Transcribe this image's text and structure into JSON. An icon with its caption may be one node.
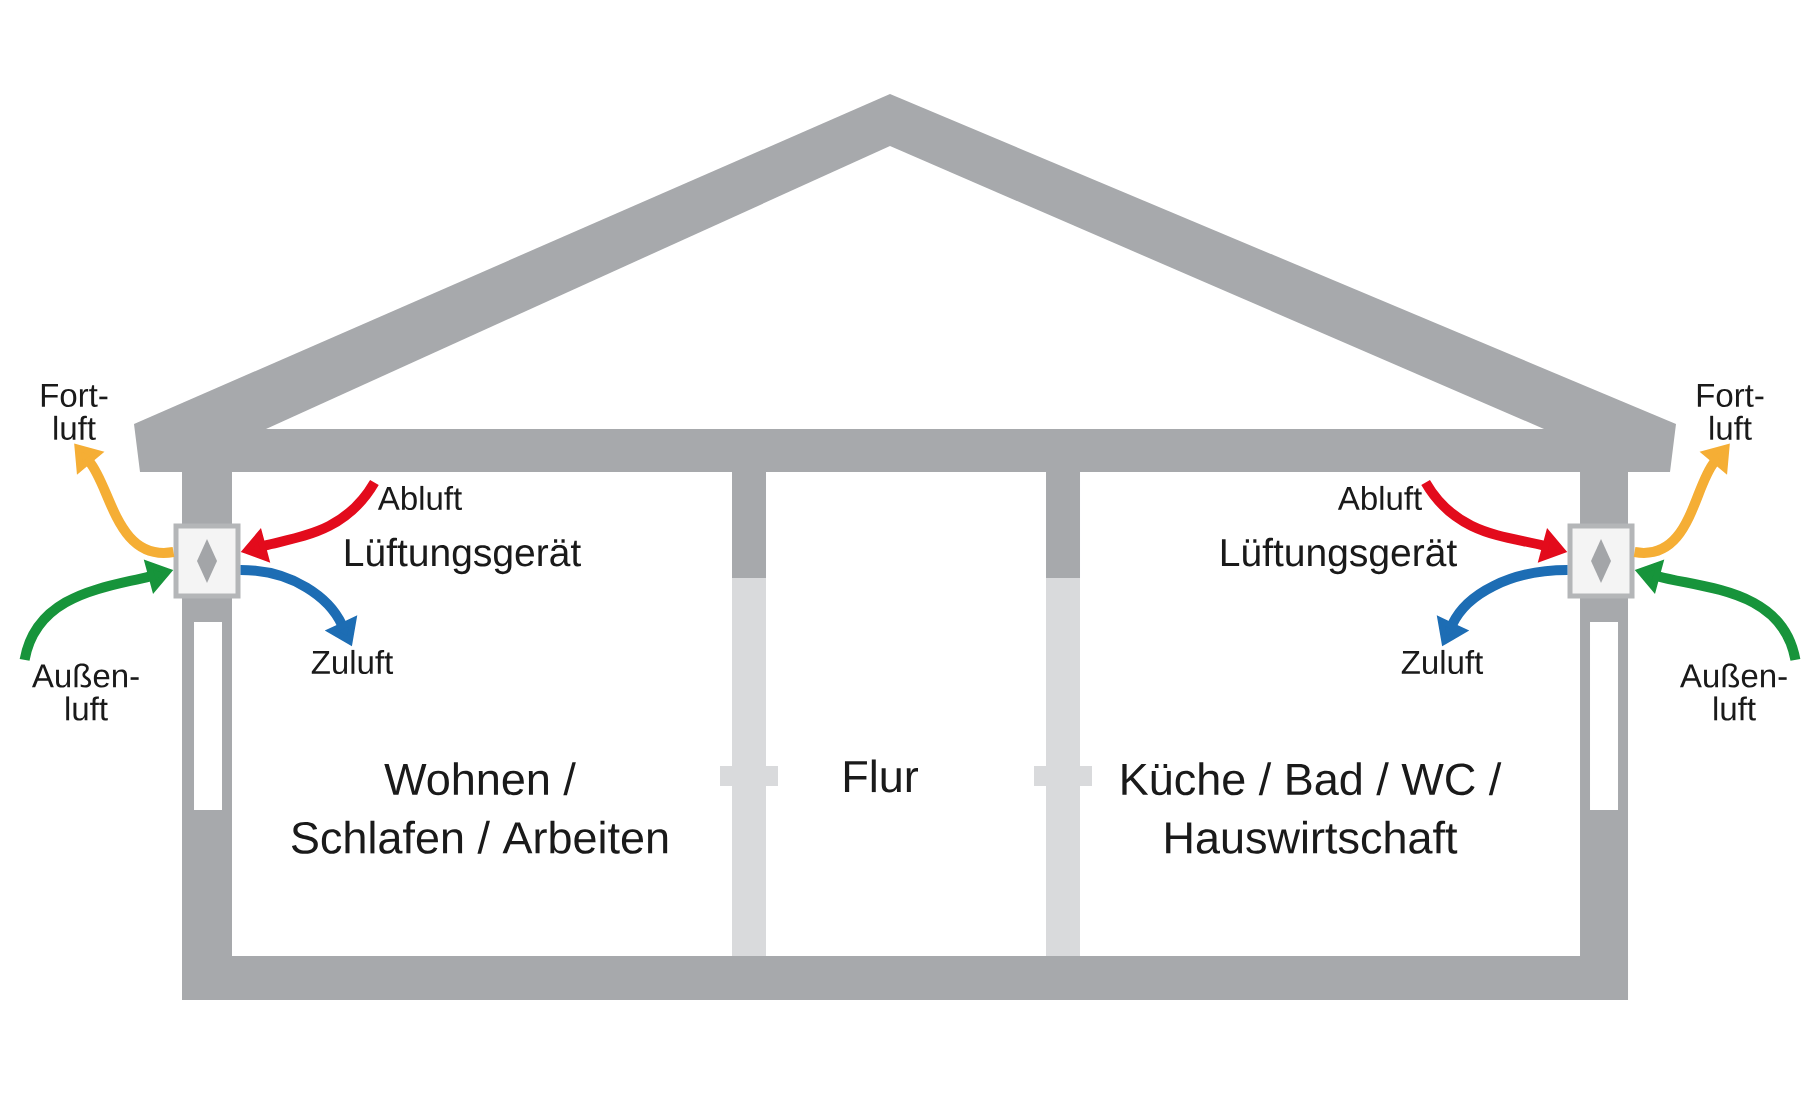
{
  "diagram": {
    "nodes": [
      {
        "text": [
          "Fort- luft"
        ]
      },
      {
        "text": [
          "Fort- luft"
        ]
      },
      {
        "text": [
          "Abluft"
        ]
      },
      {
        "text": [
          "Abluft"
        ]
      },
      {
        "text": [],
        "shape": "box"
      },
      {
        "text": [],
        "shape": "box"
      },
      {
        "text": [
          "Zuluft"
        ]
      },
      {
        "text": [
          "Zuluft"
        ]
      },
      {
        "text": [
          "Außen- luft"
        ]
      },
      {
        "text": [
          "Außen- luft"
        ]
      }
    ],
    "edges": [
      {
        "from": 4,
        "to": 0,
        "arrow": "to",
        "color": "#f5ae35"
      },
      {
        "from": 2,
        "to": 4,
        "arrow": "to",
        "color": "#e30b1c"
      },
      {
        "from": 8,
        "to": 4,
        "arrow": "to",
        "color": "#17943b"
      },
      {
        "from": 4,
        "to": 6,
        "arrow": "to",
        "color": "#1d6db4"
      },
      {
        "from": 3,
        "to": 5,
        "arrow": "to",
        "color": "#e30b1c"
      },
      {
        "from": 5,
        "to": 1,
        "arrow": "to",
        "color": "#f5ae35"
      },
      {
        "from": 9,
        "to": 5,
        "arrow": "to",
        "color": "#17943b"
      },
      {
        "from": 5,
        "to": 7,
        "arrow": "to",
        "color": "#1d6db4"
      }
    ],
    "labels": [
      "Lüftungsgerät",
      "Lüftungsgerät",
      "Wohnen / Schlafen / Arbeiten",
      "Flur",
      "Küche / Bad / WC / Hauswirtschaft"
    ]
  }
}
